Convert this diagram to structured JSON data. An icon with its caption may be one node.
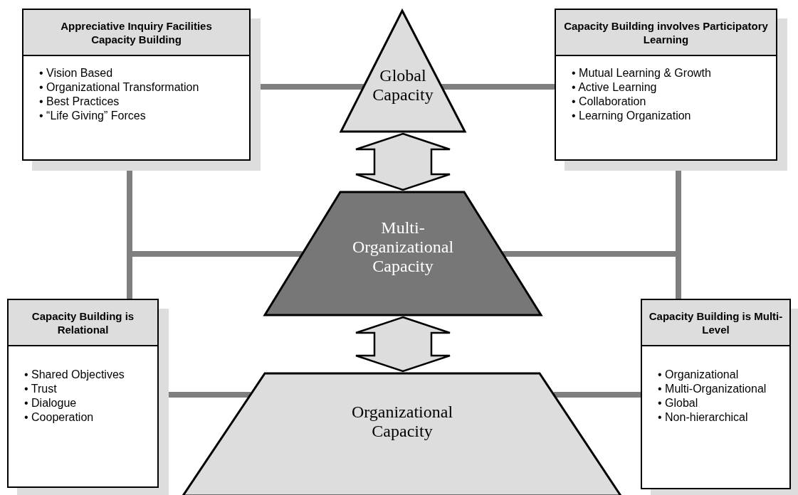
{
  "diagram": {
    "nodes": [
      {
        "text": [
          "Appreciative Inquiry Facilities Capacity Building",
          "• Vision Based",
          "• Organizational Transformation",
          "• Best Practices",
          "• “Life Giving” Forces"
        ]
      },
      {
        "text": [
          "Capacity Building involves Participatory Learning",
          "• Mutual Learning & Growth",
          "• Active Learning",
          "• Collaboration",
          "• Learning Organization"
        ]
      },
      {
        "text": [
          "Global Capacity"
        ]
      },
      {
        "text": [
          "Multi-Organizational Capacity"
        ]
      },
      {
        "text": [
          "Organizational Capacity"
        ]
      },
      {
        "text": [
          "Capacity Building is Relational",
          "• Shared Objectives",
          "• Trust",
          "• Dialogue",
          "• Cooperation"
        ]
      },
      {
        "text": [
          "Capacity Building is Multi-Level",
          "• Organizational",
          "• Multi-Organizational",
          "• Global",
          "• Non-hierarchical"
        ]
      }
    ],
    "edges": [
      {
        "from": 0,
        "to": 2,
        "arrow": "none"
      },
      {
        "from": 2,
        "to": 1,
        "arrow": "none"
      },
      {
        "from": 0,
        "to": 5,
        "arrow": "none"
      },
      {
        "from": 3,
        "to": 5,
        "arrow": "none"
      },
      {
        "from": 1,
        "to": 6,
        "arrow": "none"
      },
      {
        "from": 3,
        "to": 6,
        "arrow": "none"
      },
      {
        "from": 5,
        "to": 4,
        "arrow": "none"
      },
      {
        "from": 6,
        "to": 4,
        "arrow": "none"
      },
      {
        "from": 2,
        "to": 3,
        "arrow": "both"
      },
      {
        "from": 3,
        "to": 4,
        "arrow": "both"
      }
    ]
  }
}
